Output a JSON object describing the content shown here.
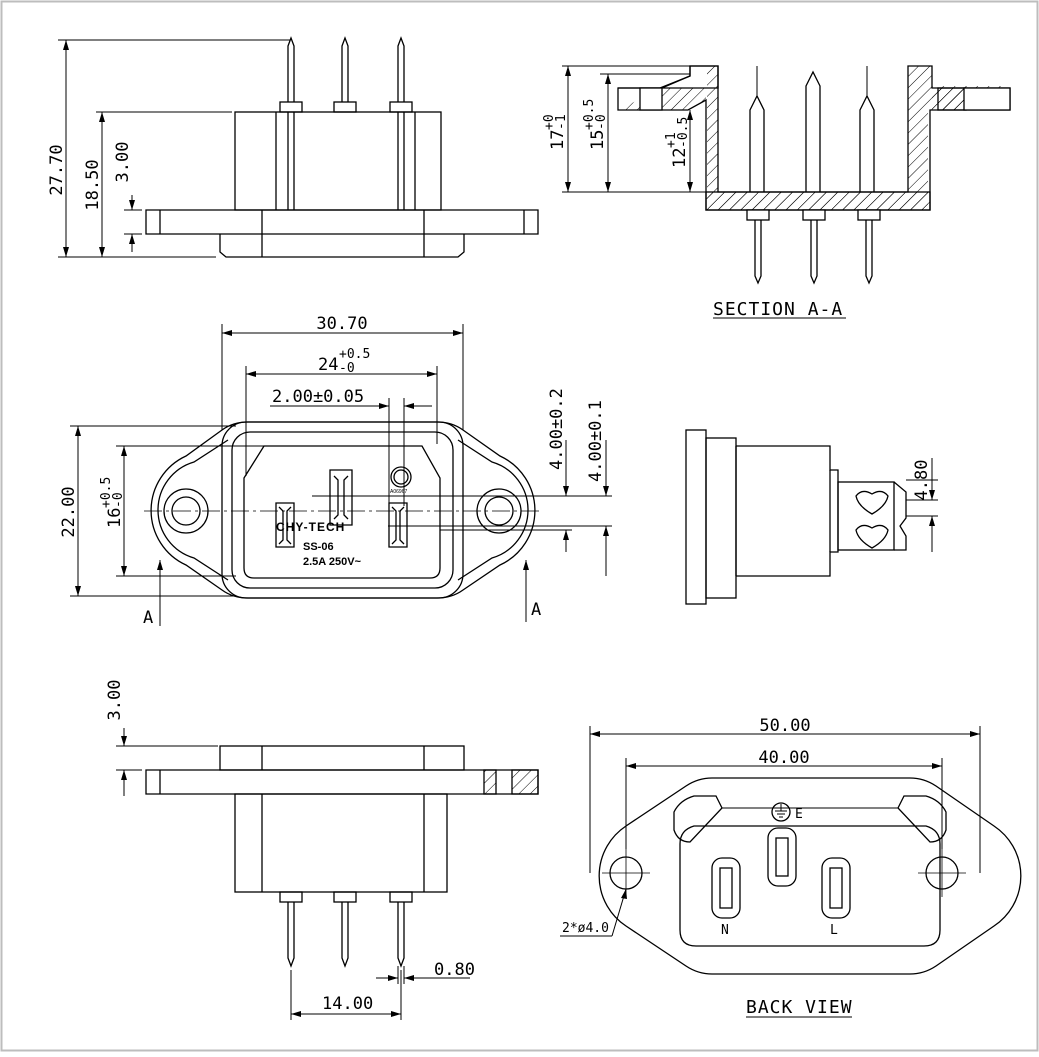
{
  "views": {
    "front": {
      "dim_total_height": "27.70",
      "dim_body_height": "18.50",
      "dim_flange": "3.00"
    },
    "section": {
      "title": "SECTION A-A",
      "dim_17": "17",
      "dim_17_tol_up": "+0",
      "dim_17_tol_dn": "-1",
      "dim_15": "15",
      "dim_15_tol_up": "+0.5",
      "dim_15_tol_dn": "-0",
      "dim_12": "12",
      "dim_12_tol_up": "+1",
      "dim_12_tol_dn": "-0.5"
    },
    "top": {
      "dim_width": "30.70",
      "dim_24": "24",
      "dim_24_tol_up": "+0.5",
      "dim_24_tol_dn": "-0",
      "dim_pin_width": "2.00±0.05",
      "dim_4_02": "4.00±0.2",
      "dim_4_01": "4.00±0.1",
      "dim_height": "22.00",
      "dim_16": "16",
      "dim_16_tol_up": "+0.5",
      "dim_16_tol_dn": "-0",
      "section_mark_left": "A",
      "section_mark_right": "A",
      "brand": "CHY-TECH",
      "model": "SS-06",
      "rating": "2.5A 250V~",
      "cert_code": "A06967"
    },
    "side": {
      "dim_480": "4.80"
    },
    "bottom": {
      "dim_flange": "3.00",
      "dim_pin_dia": "0.80",
      "dim_pin_span": "14.00"
    },
    "back": {
      "title": "BACK VIEW",
      "dim_50": "50.00",
      "dim_40": "40.00",
      "hole_note": "2*ø4.0",
      "label_earth": "E",
      "label_neutral": "N",
      "label_live": "L"
    }
  }
}
